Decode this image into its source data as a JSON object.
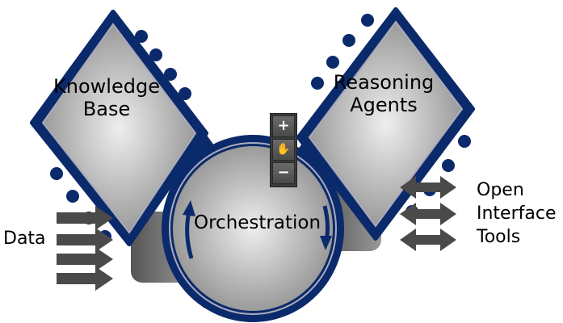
{
  "nodes": {
    "knowledge": [
      "Knowledge",
      "Base"
    ],
    "reasoning": [
      "Reasoning",
      "Agents"
    ],
    "orchestration": "Orchestration"
  },
  "inputs": {
    "data": "Data"
  },
  "outputs": [
    "Open",
    "Interface",
    "Tools"
  ],
  "zoom_controls": {
    "zoom_in": "+",
    "pan": "✋",
    "zoom_out": "−"
  },
  "colors": {
    "navy": "#0b2a6b",
    "grey": "#777777",
    "arrow": "#4a4a4a"
  }
}
